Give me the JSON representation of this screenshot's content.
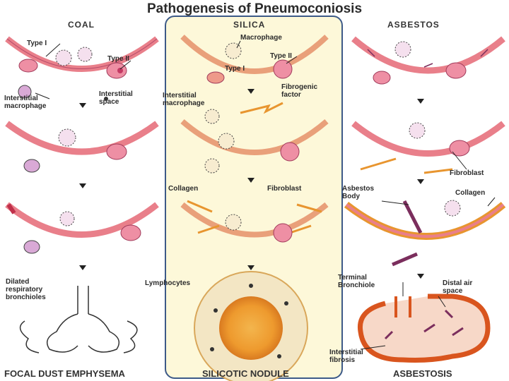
{
  "title": "Pathogenesis of Pneumoconiosis",
  "columns": {
    "coal": "COAL",
    "silica": "SILICA",
    "asbestos": "ASBESTOS"
  },
  "labels": {
    "coal_type1": "Type I",
    "coal_type2": "Type II",
    "coal_interstitial_macrophage": "Interstitial\nmacrophage",
    "coal_interstitial_space": "Interstitial\nspace",
    "coal_dilated": "Dilated\nrespiratory\nbronchioles",
    "silica_macrophage": "Macrophage",
    "silica_type2": "Type II",
    "silica_type1": "Type I",
    "silica_interstitial_macrophage": "Interstitial\nmacrophage",
    "silica_fibrogenic": "Fibrogenic\nfactor",
    "silica_collagen": "Collagen",
    "silica_fibroblast": "Fibroblast",
    "silica_lymphocytes": "Lymphocytes",
    "asb_fibroblast": "Fibroblast",
    "asb_body": "Asbestos\nBody",
    "asb_collagen": "Collagen",
    "asb_terminal": "Terminal\nBronchiole",
    "asb_distal": "Distal air\nspace",
    "asb_interstitial_fibrosis": "Interstitial\nfibrosis"
  },
  "footers": {
    "coal": "FOCAL DUST EMPHYSEMA",
    "silica": "SILICOTIC NODULE",
    "asbestos": "ASBESTOSIS"
  },
  "colors": {
    "wall": "#e97f8a",
    "cell_pink": "#ee8fa4",
    "nucleus": "#c43a64",
    "macrophage": "#f5e0ee",
    "collagen": "#e8952f",
    "fiber": "#7b2e5d",
    "panel_border": "#3d5a88"
  }
}
